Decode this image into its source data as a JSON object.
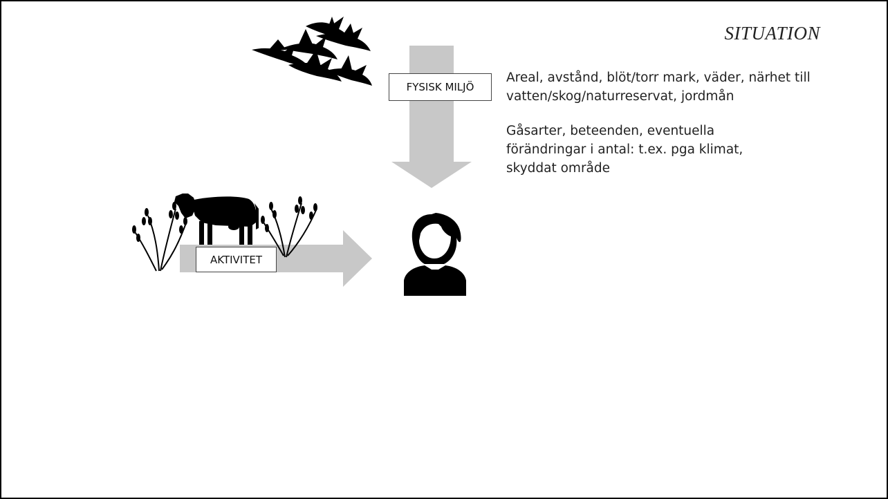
{
  "slide": {
    "title": "SITUATION",
    "labels": {
      "physical_environment": "FYSISK MILJÖ",
      "activity": "AKTIVITET"
    },
    "descriptions": [
      "Areal, avstånd, blöt/torr mark, väder, närhet till vatten/skog/naturreservat, jordmån",
      "Gåsarter, beteenden, eventuella förändringar i antal: t.ex. pga klimat, skyddat område"
    ],
    "icons": [
      "geese-flock-icon",
      "cow-icon",
      "wheat-icon",
      "person-icon"
    ],
    "colors": {
      "arrow": "#c8c8c8",
      "silhouette": "#000000",
      "border": "#000000"
    }
  }
}
